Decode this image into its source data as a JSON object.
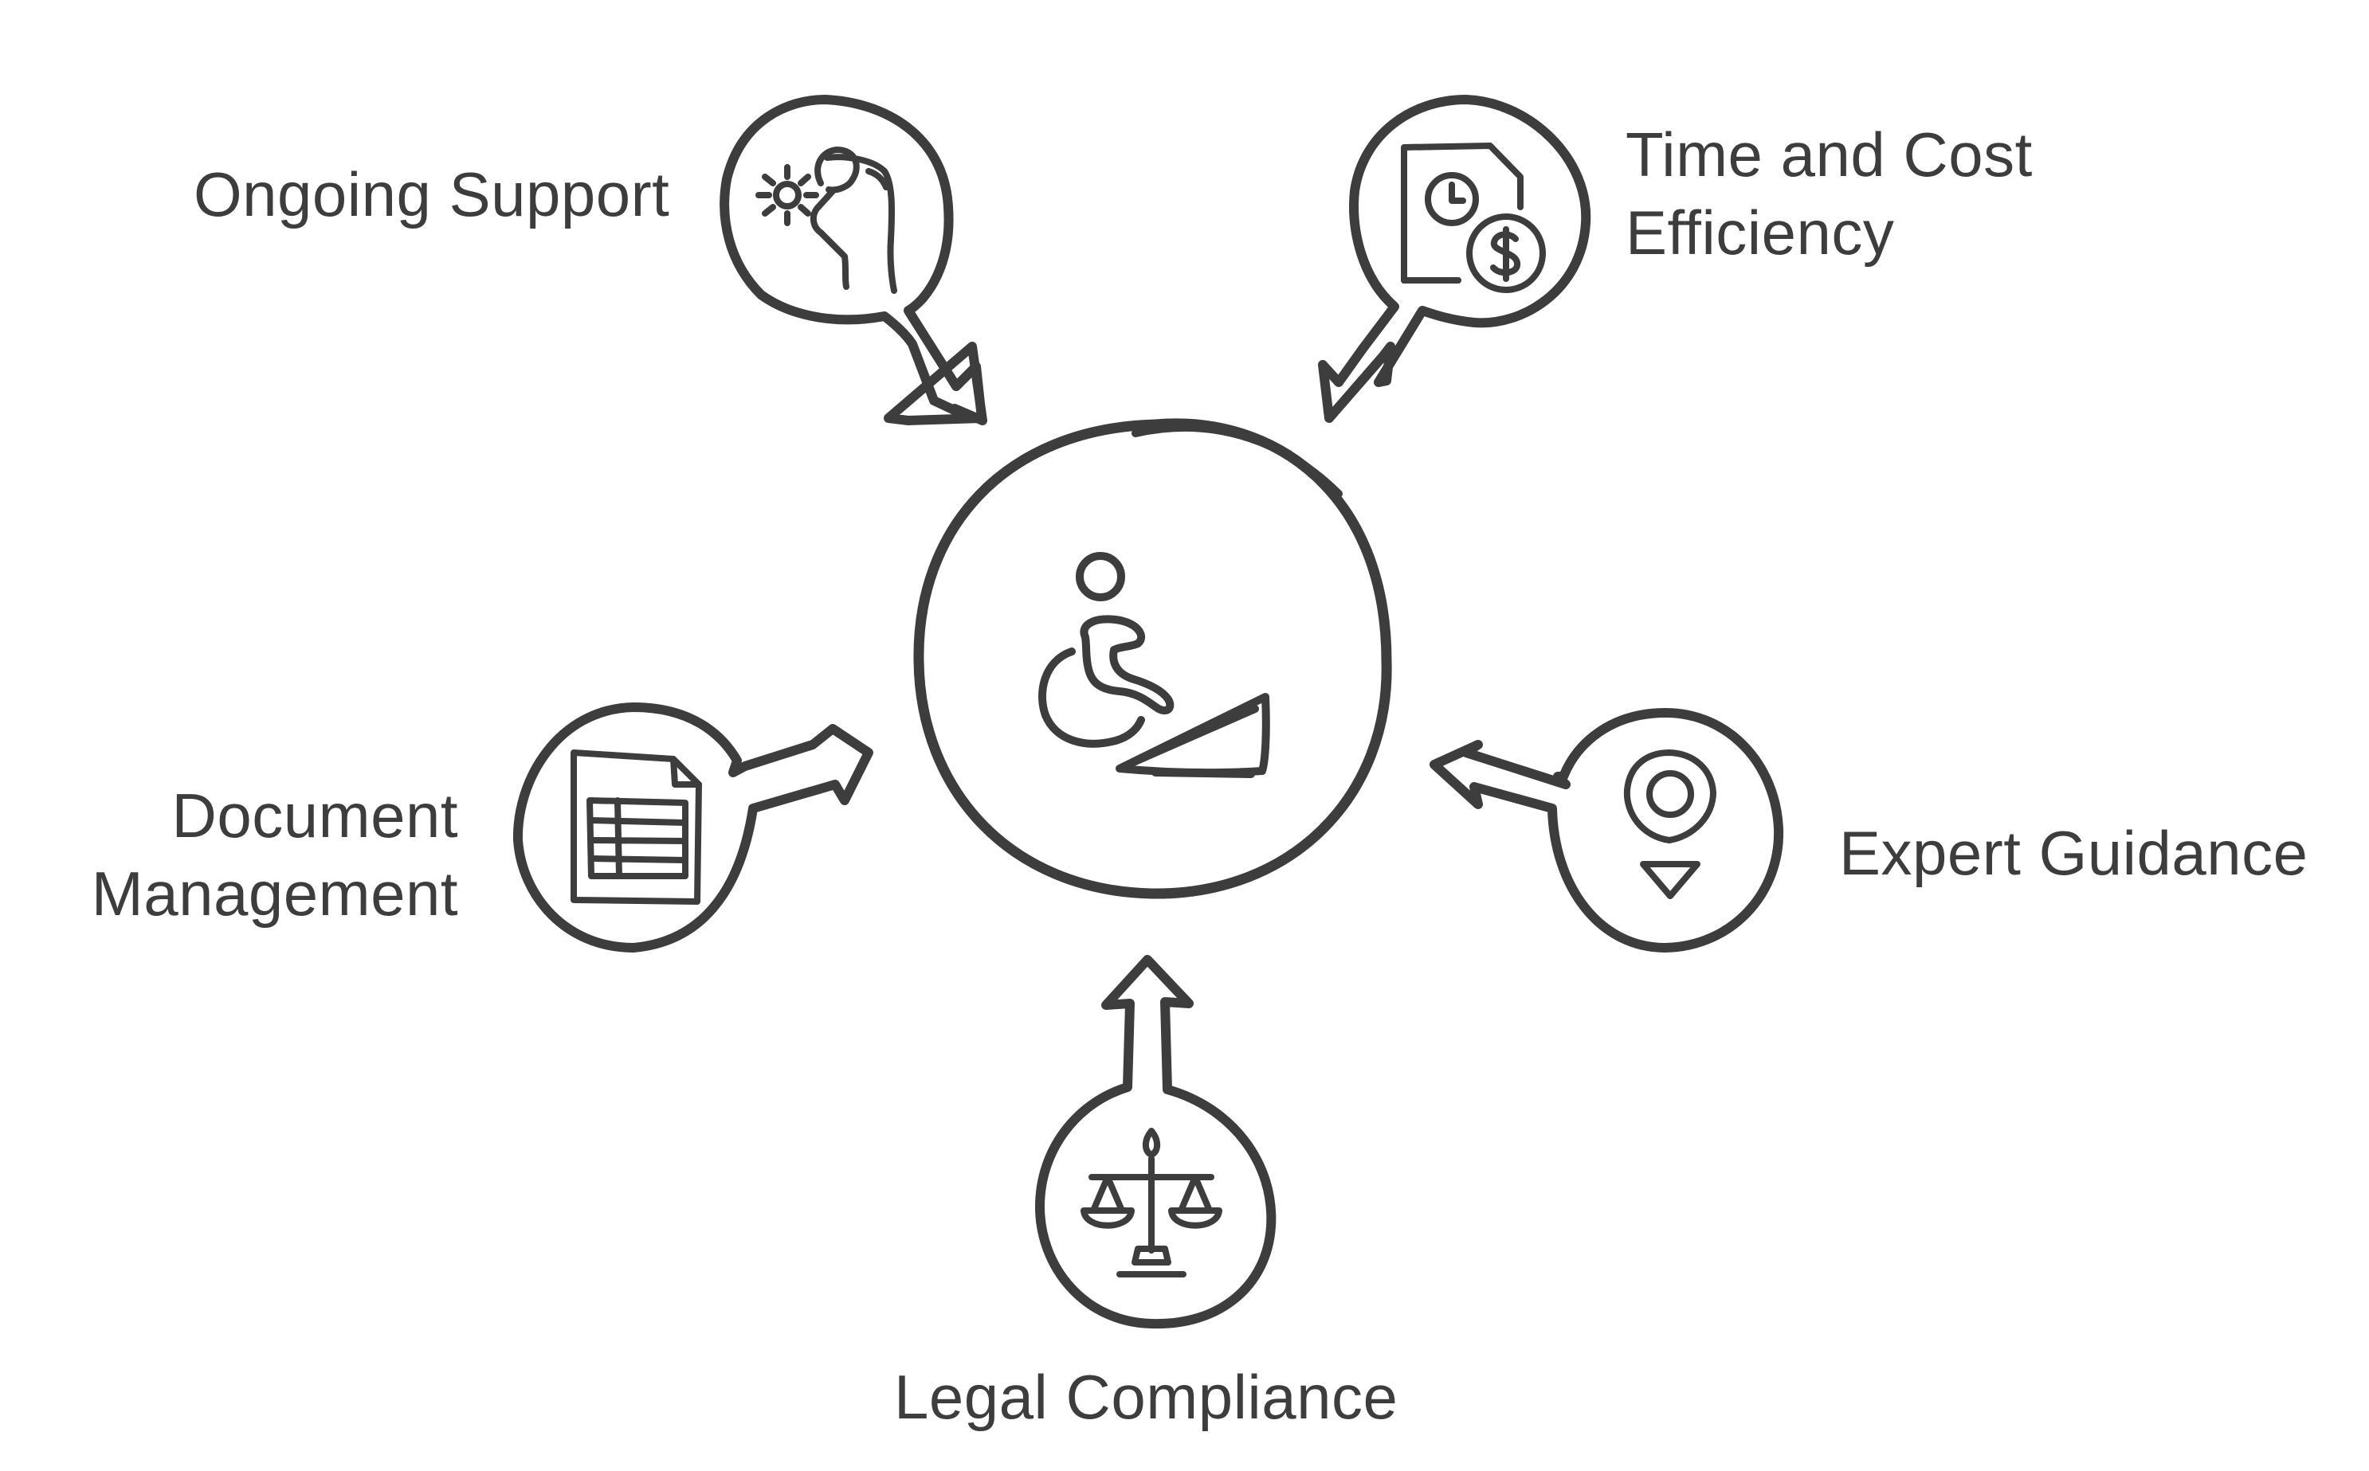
{
  "diagram": {
    "center": {
      "icon": "wheelchair-ramp-icon"
    },
    "nodes": [
      {
        "id": "ongoing-support",
        "label": "Ongoing Support",
        "icon": "gear-hand-icon"
      },
      {
        "id": "time-cost",
        "label_lines": [
          "Time and Cost",
          "Efficiency"
        ],
        "icon": "clock-dollar-document-icon"
      },
      {
        "id": "document-management",
        "label_lines": [
          "Document",
          "Management"
        ],
        "icon": "spreadsheet-document-icon"
      },
      {
        "id": "expert-guidance",
        "label": "Expert Guidance",
        "icon": "location-pin-icon"
      },
      {
        "id": "legal-compliance",
        "label": "Legal Compliance",
        "icon": "scales-of-justice-icon"
      }
    ],
    "colors": {
      "ink": "#3d3d3d",
      "background": "#ffffff"
    }
  }
}
